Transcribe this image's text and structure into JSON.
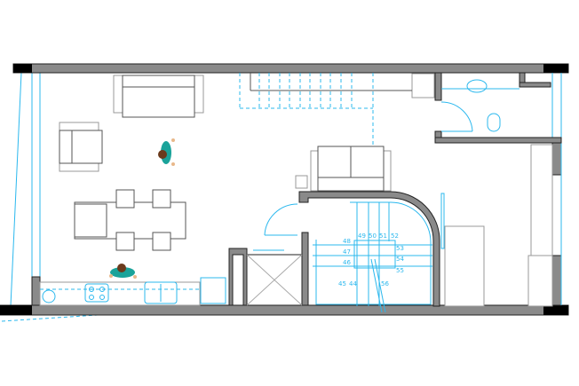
{
  "title": "Floor plan",
  "colors": {
    "wall": "#8a8a8a",
    "wall_end": "#000000",
    "blue_lines": "#2bb8ee",
    "figure": "#1aa39a"
  },
  "stair_step_numbers": [
    "44",
    "45",
    "46",
    "47",
    "48",
    "49",
    "50",
    "51",
    "52",
    "53",
    "54",
    "55",
    "56"
  ]
}
